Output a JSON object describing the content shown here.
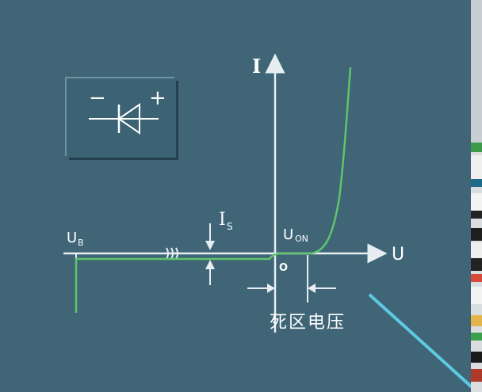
{
  "diode_symbol": {
    "minus_sign": "−",
    "plus_sign": "+"
  },
  "axes": {
    "y_label": "I",
    "x_label": "U",
    "origin_label": "O"
  },
  "labels": {
    "ub_main": "U",
    "ub_sub": "B",
    "is_main": "I",
    "is_sub": "S",
    "uon_main": "U",
    "uon_sub": "ON",
    "dead_zone": "死区电压"
  },
  "colors": {
    "background": "#3f6577",
    "axis": "#e6eef2",
    "curve": "#5fc46a",
    "accent_line": "#5ec9e2"
  }
}
